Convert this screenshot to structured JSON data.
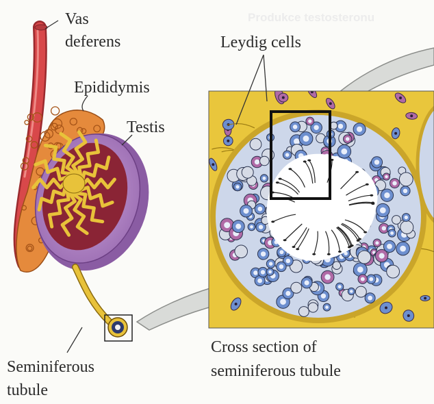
{
  "watermark": "Produkce testosteronu",
  "labels": {
    "vas_deferens_line1": "Vas",
    "vas_deferens_line2": "deferens",
    "epididymis": "Epididymis",
    "testis": "Testis",
    "leydig_cells": "Leydig cells",
    "seminiferous_line1": "Seminiferous",
    "seminiferous_line2": "tubule",
    "cross_section_line1": "Cross section of",
    "cross_section_line2": "seminiferous tubule"
  },
  "colors": {
    "background": "#fbfbf8",
    "vas_deferens": "#d8484a",
    "epididymis": "#e58a3c",
    "testis_capsule": "#b78ac8",
    "lobules": "#8a2435",
    "tubule_yellow": "#e8c23a",
    "interstitial": "#e9c63c",
    "cell_blue": "#6d8fcf",
    "cell_pink": "#b06aa6",
    "cell_light": "#d6dbe6",
    "callout_gray": "#cfd1cf"
  }
}
